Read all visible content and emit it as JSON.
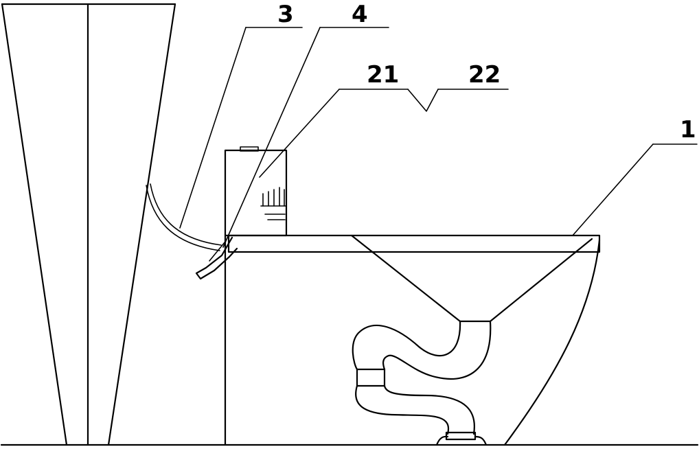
{
  "callouts": {
    "part_1": "1",
    "part_3": "3",
    "part_4": "4",
    "part_21": "21",
    "part_22": "22"
  }
}
